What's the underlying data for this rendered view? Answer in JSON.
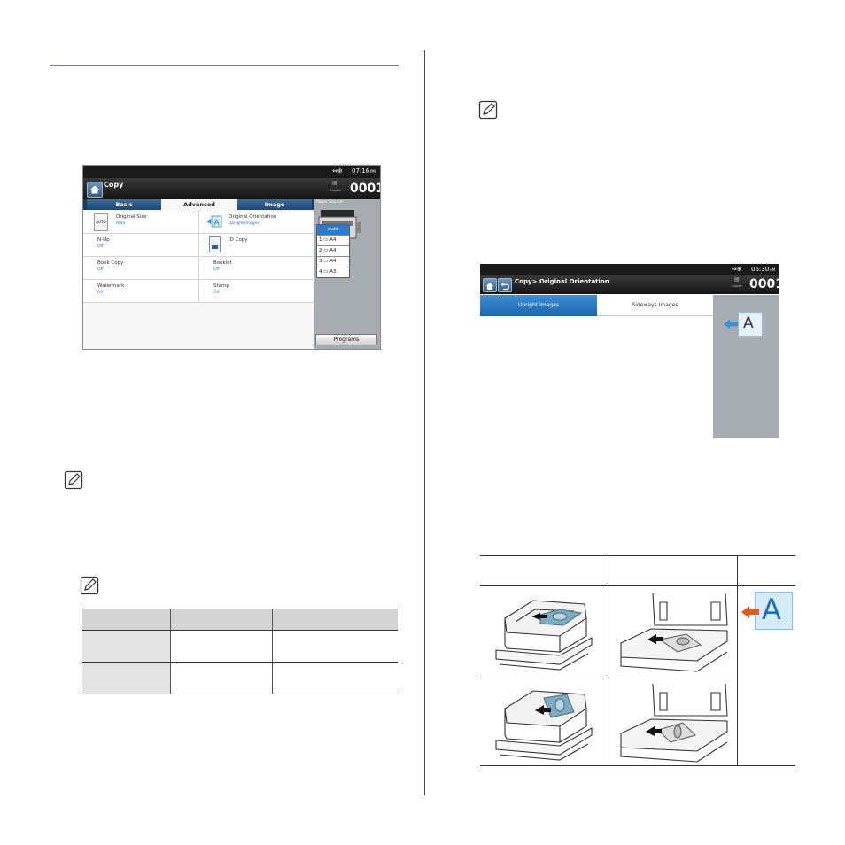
{
  "screen1": {
    "clock": "07:16",
    "clock_suffix": "PM",
    "title": "Copy",
    "copies_label": "Copies",
    "copies": "0001",
    "tabs": [
      {
        "label": "Basic"
      },
      {
        "label": "Advanced"
      },
      {
        "label": "Image"
      }
    ],
    "options": [
      {
        "label": "Original Size",
        "value": "Auto"
      },
      {
        "label": "Original Orientation",
        "value": "Upright Images"
      },
      {
        "label": "N-Up",
        "value": "Off"
      },
      {
        "label": "ID Copy",
        "value": "--"
      },
      {
        "label": "Book Copy",
        "value": "Off"
      },
      {
        "label": "Booklet",
        "value": "Off"
      },
      {
        "label": "Watermark",
        "value": "Off"
      },
      {
        "label": "Stamp",
        "value": "Off"
      }
    ],
    "auto_icon_text": "AUTO",
    "paper_source_label": "Paper Source",
    "trays": [
      {
        "label": "Auto"
      },
      {
        "label": "1 ▭ A4"
      },
      {
        "label": "2 ▭ A4"
      },
      {
        "label": "3 ▭ A4"
      },
      {
        "label": "4 ▭ A3"
      }
    ],
    "programs_button": "Programs"
  },
  "screen2": {
    "clock": "06:30",
    "clock_suffix": "AM",
    "title": "Copy> Original Orientation",
    "copies_label": "Copies",
    "copies": "0001",
    "option_upright": "Upright Images",
    "option_sideways": "Sideways Images",
    "preview_letter": "A"
  },
  "orientation_table": {
    "icon_letter": "A"
  },
  "colors": {
    "accent_blue": "#2c7cc9",
    "tab_blue": "#1f466f",
    "side_panel": "#a7acb2",
    "arrow_orange": "#e25a1c"
  }
}
